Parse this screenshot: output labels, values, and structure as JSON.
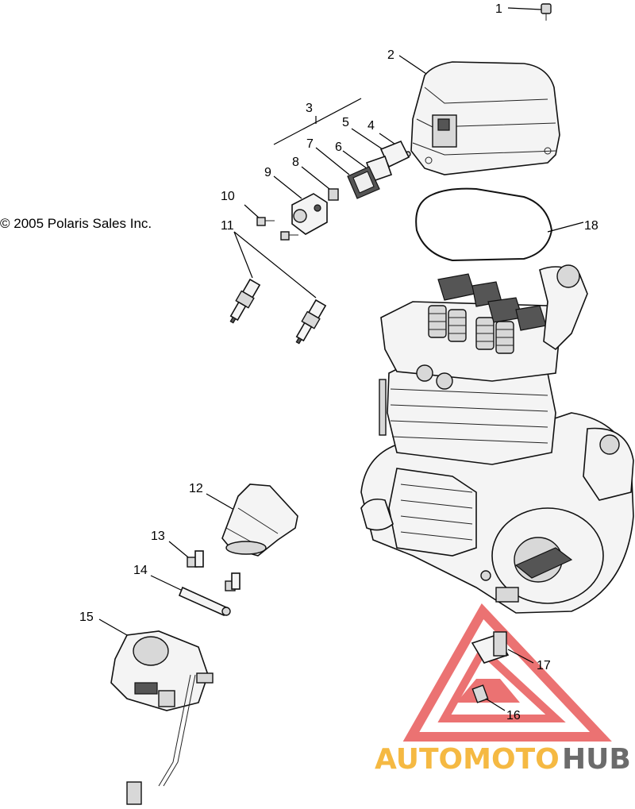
{
  "copyright": "© 2005 Polaris Sales Inc.",
  "callouts": [
    "1",
    "2",
    "3",
    "4",
    "5",
    "6",
    "7",
    "8",
    "9",
    "10",
    "11",
    "12",
    "13",
    "14",
    "15",
    "16",
    "17",
    "18"
  ],
  "watermark": {
    "part1": "AUTOMOTO",
    "part2": "HUB",
    "color1": "#f5b942",
    "color2": "#6b6b6b",
    "triangle_color": "#e85a5a"
  }
}
